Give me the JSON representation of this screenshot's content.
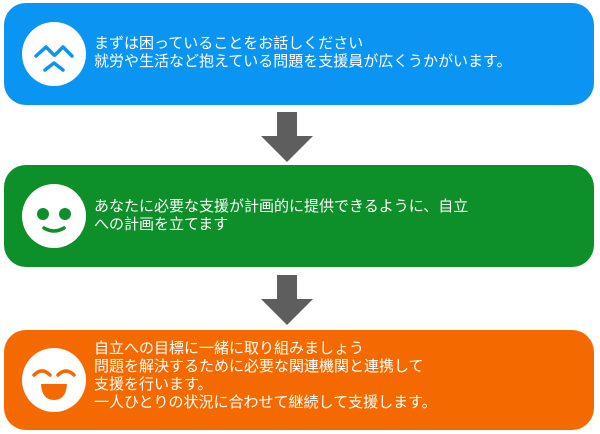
{
  "colors": {
    "step1": "#0a95f2",
    "step2": "#0d8f2a",
    "step3": "#f56a00",
    "arrow": "#5e5e5e"
  },
  "steps": [
    {
      "face_icon": "troubled-face-icon",
      "lines": [
        "まずは困っていることをお話しください",
        "就労や生活など抱えている問題を支援員が広くうかがいます。"
      ]
    },
    {
      "face_icon": "neutral-smile-face-icon",
      "lines": [
        "あなたに必要な支援が計画的に提供できるように、自立",
        "への計画を立てます"
      ]
    },
    {
      "face_icon": "happy-face-icon",
      "lines": [
        "自立への目標に一緒に取り組みましょう",
        "問題を解決するために必要な関連機関と連携して",
        "支援を行います。",
        "一人ひとりの状況に合わせて継続して支援します。"
      ]
    }
  ],
  "arrows": [
    "down-arrow-icon",
    "down-arrow-icon"
  ]
}
